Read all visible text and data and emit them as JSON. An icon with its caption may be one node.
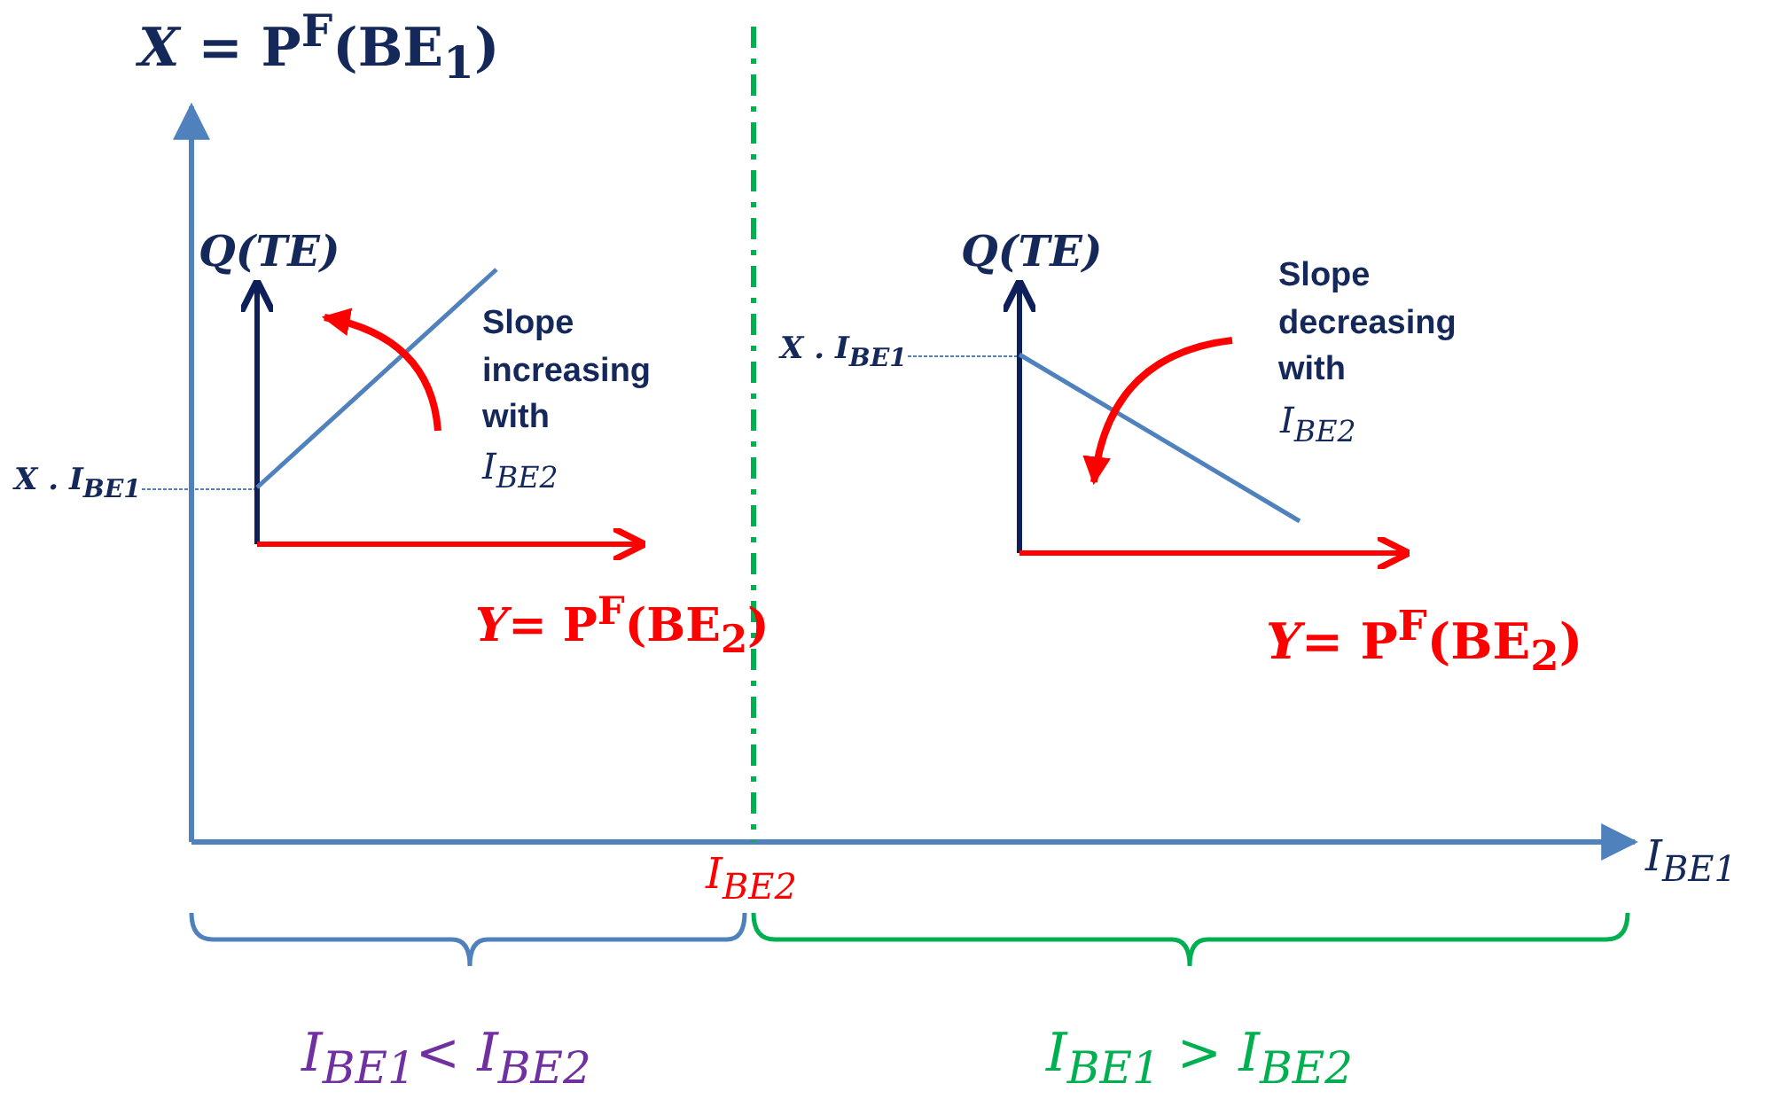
{
  "diagram": {
    "labels": [
      "*X* = P$^{F}$(BE$_{1}$)",
      "Q(TE)",
      "Slope increasing with",
      "I$_{BE2}$",
      "X . I$_{BE1}$",
      "Q(TE)",
      "Slope decreasing with",
      "X . I$_{BE1}$",
      "I$_{BE2}$",
      "*Y*= P$^{F}$(BE$_{2}$)",
      "*Y*= P$^{F}$(BE$_{2}$)",
      "I$_{BE1}$",
      "I$_{BE2}$",
      "I$_{BE1}$< I$_{BE2}$",
      "I$_{BE1}$ > I$_{BE2}$"
    ]
  }
}
